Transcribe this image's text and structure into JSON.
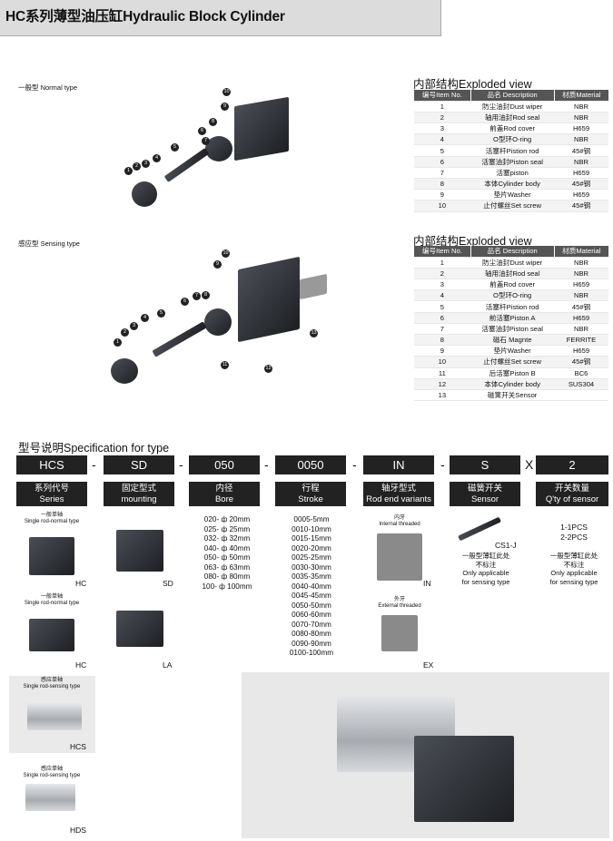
{
  "title": "HC系列薄型油压缸Hydraulic Block Cylinder",
  "normal_label": "一般型 Normal type",
  "sensing_label": "感应型 Sensing type",
  "exploded_title": "内部结构Exploded view",
  "table_headers": [
    "编号Item No.",
    "品名 Description",
    "材质Material"
  ],
  "normal_parts": [
    [
      "1",
      "防尘油封Dust wiper",
      "NBR"
    ],
    [
      "2",
      "轴用油封Rod seal",
      "NBR"
    ],
    [
      "3",
      "前盖Rod cover",
      "H659"
    ],
    [
      "4",
      "O型环O-ring",
      "NBR"
    ],
    [
      "5",
      "活塞杆Pistion rod",
      "45#钢"
    ],
    [
      "6",
      "活塞油封Piston seal",
      "NBR"
    ],
    [
      "7",
      "活塞piston",
      "H659"
    ],
    [
      "8",
      "本体Cylinder body",
      "45#钢"
    ],
    [
      "9",
      "垫片Washer",
      "H659"
    ],
    [
      "10",
      "止付螺丝Set screw",
      "45#钢"
    ]
  ],
  "sensing_parts": [
    [
      "1",
      "防尘油封Dust wiper",
      "NBR"
    ],
    [
      "2",
      "轴用油封Rod seal",
      "NBR"
    ],
    [
      "3",
      "前盖Rod cover",
      "H659"
    ],
    [
      "4",
      "O型环O-ring",
      "NBR"
    ],
    [
      "5",
      "活塞杆Pistion rod",
      "45#钢"
    ],
    [
      "6",
      "前活塞Piston A",
      "H659"
    ],
    [
      "7",
      "活塞油封Piston seal",
      "NBR"
    ],
    [
      "8",
      "磁石 Magnte",
      "FERRITE"
    ],
    [
      "9",
      "垫片Washer",
      "H659"
    ],
    [
      "10",
      "止付螺丝Set screw",
      "45#钢"
    ],
    [
      "11",
      "后活塞Piston B",
      "BC6"
    ],
    [
      "12",
      "本体Cylinder body",
      "SUS304"
    ],
    [
      "13",
      "磁簧开关Sensor",
      ""
    ]
  ],
  "spec_title": "型号说明Specification for type",
  "codes": [
    "HCS",
    "SD",
    "050",
    "0050",
    "IN",
    "S",
    "2"
  ],
  "seps": [
    "-",
    "-",
    "-",
    "-",
    "-",
    "X"
  ],
  "caps": [
    [
      "系列代号",
      "Series"
    ],
    [
      "固定型式",
      "mounting"
    ],
    [
      "内径",
      "Bore"
    ],
    [
      "行程",
      "Stroke"
    ],
    [
      "轴牙型式",
      "Rod end variants"
    ],
    [
      "磁簧开关",
      "Sensor"
    ],
    [
      "开关数量",
      "Q'ty of sensor"
    ]
  ],
  "series": [
    {
      "cn": "一般单轴",
      "en": "Single rod-normal type",
      "code": "HC"
    },
    {
      "cn": "一般单轴",
      "en": "Single rod-normal type",
      "code": "HC"
    },
    {
      "cn": "感应单轴",
      "en": "Single rod-sensing type",
      "code": "HCS"
    },
    {
      "cn": "感应单轴",
      "en": "Single rod-sensing type",
      "code": "HDS"
    }
  ],
  "mounting": [
    "SD",
    "LA"
  ],
  "bores": [
    "020- ф 20mm",
    "025- ф 25mm",
    "032- ф 32mm",
    "040- ф 40mm",
    "050- ф 50mm",
    "063- ф 63mm",
    "080- ф 80mm",
    "100- ф 100mm"
  ],
  "strokes": [
    "0005-5mm",
    "0010-10mm",
    "0015-15mm",
    "0020-20mm",
    "0025-25mm",
    "0030-30mm",
    "0035-35mm",
    "0040-40mm",
    "0045-45mm",
    "0050-50mm",
    "0060-60mm",
    "0070-70mm",
    "0080-80mm",
    "0090-90mm",
    "0100-100mm"
  ],
  "rod_end": {
    "in_cn": "内牙",
    "in_en": "Internal threaded",
    "in_code": "IN",
    "ex_cn": "外牙",
    "ex_en": "External threaded",
    "ex_code": "EX"
  },
  "sensor": {
    "code": "CS1-J",
    "note_cn1": "一般型薄缸此处",
    "note_cn2": "不标注",
    "note_en1": "Only applicable",
    "note_en2": "for sensing type"
  },
  "qty": {
    "l1": "1-1PCS",
    "l2": "2-2PCS",
    "note_cn1": "一般型薄缸此处",
    "note_cn2": "不标注",
    "note_en1": "Only applicable",
    "note_en2": "for sensing type"
  }
}
